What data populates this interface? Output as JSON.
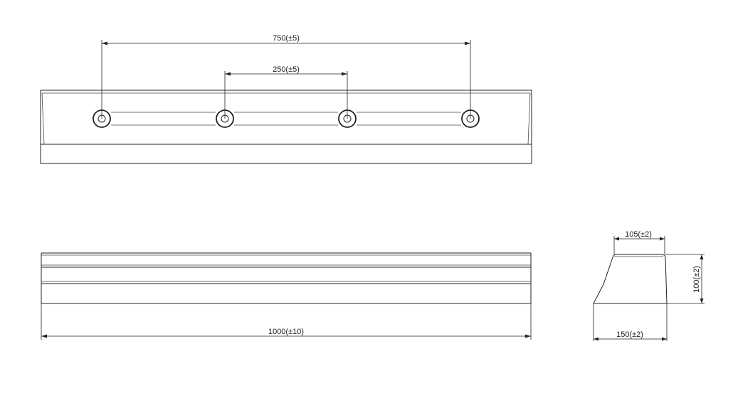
{
  "top_view": {
    "outer_span_label": "750(±5)",
    "inner_span_label": "250(±5)",
    "hole_count": 4
  },
  "front_view": {
    "length_label": "1000(±10)"
  },
  "side_view": {
    "top_width_label": "105(±2)",
    "height_label": "100(±2)",
    "bottom_width_label": "150(±2)"
  }
}
